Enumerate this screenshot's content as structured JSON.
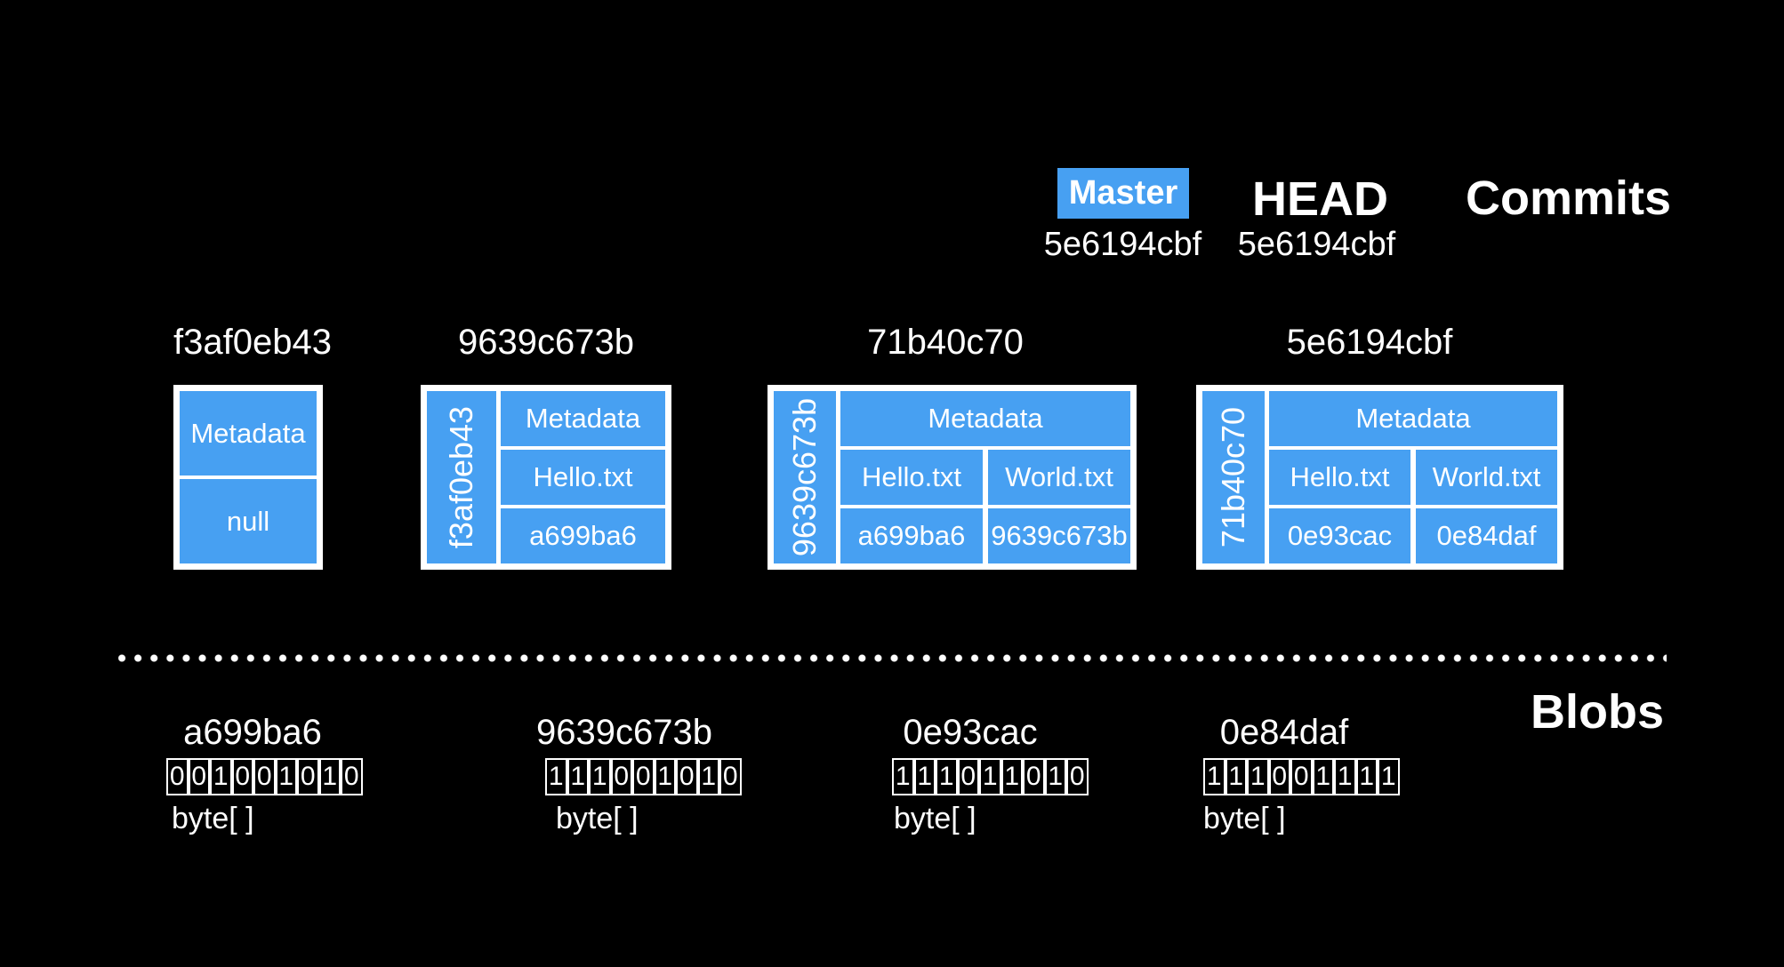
{
  "colors": {
    "accent_blue": "#47A0F2",
    "background": "#000000",
    "text": "#FFFFFF"
  },
  "header": {
    "master_label": "Master",
    "master_hash": "5e6194cbf",
    "head_label": "HEAD",
    "head_hash": "5e6194cbf",
    "commits_heading": "Commits"
  },
  "commits": [
    {
      "hash": "f3af0eb43",
      "metadata_label": "Metadata",
      "parent_label": "null"
    },
    {
      "hash": "9639c673b",
      "parent_hash": "f3af0eb43",
      "metadata_label": "Metadata",
      "files": [
        "Hello.txt"
      ],
      "blob_refs": [
        "a699ba6"
      ]
    },
    {
      "hash": "71b40c70",
      "parent_hash": "9639c673b",
      "metadata_label": "Metadata",
      "files": [
        "Hello.txt",
        "World.txt"
      ],
      "blob_refs": [
        "a699ba6",
        "9639c673b"
      ]
    },
    {
      "hash": "5e6194cbf",
      "parent_hash": "71b40c70",
      "metadata_label": "Metadata",
      "files": [
        "Hello.txt",
        "World.txt"
      ],
      "blob_refs": [
        "0e93cac",
        "0e84daf"
      ]
    }
  ],
  "blobs_heading": "Blobs",
  "blobs": [
    {
      "hash": "a699ba6",
      "bits": [
        "0",
        "0",
        "1",
        "0",
        "0",
        "1",
        "0",
        "1",
        "0"
      ],
      "type_label": "byte[ ]"
    },
    {
      "hash": "9639c673b",
      "bits": [
        "1",
        "1",
        "1",
        "0",
        "0",
        "1",
        "0",
        "1",
        "0"
      ],
      "type_label": "byte[ ]"
    },
    {
      "hash": "0e93cac",
      "bits": [
        "1",
        "1",
        "1",
        "0",
        "1",
        "1",
        "0",
        "1",
        "0"
      ],
      "type_label": "byte[ ]"
    },
    {
      "hash": "0e84daf",
      "bits": [
        "1",
        "1",
        "1",
        "0",
        "0",
        "1",
        "1",
        "1",
        "1"
      ],
      "type_label": "byte[ ]"
    }
  ]
}
